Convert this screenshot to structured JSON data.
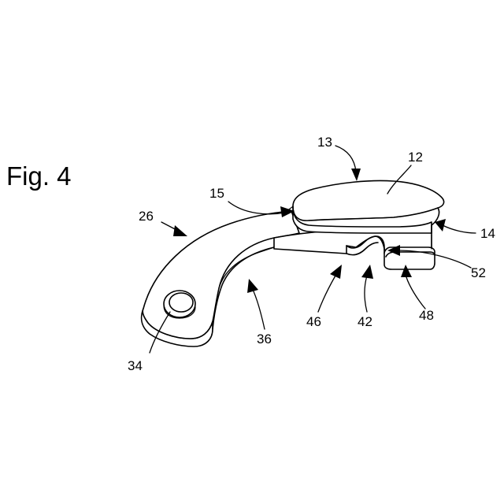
{
  "figure": {
    "title": "Fig. 4"
  },
  "labels": {
    "r12": "12",
    "r13": "13",
    "r14": "14",
    "r15": "15",
    "r26": "26",
    "r34": "34",
    "r36": "36",
    "r42": "42",
    "r46": "46",
    "r48": "48",
    "r52": "52"
  }
}
